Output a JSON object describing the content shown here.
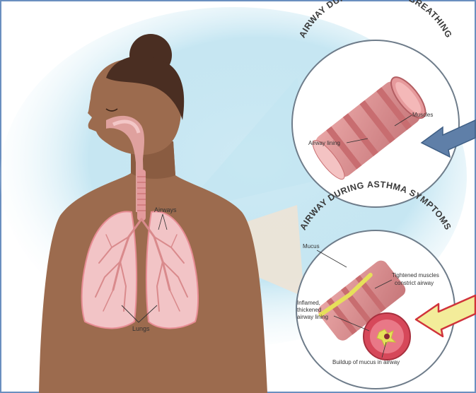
{
  "panels": {
    "normal": {
      "title": "AIRWAY DURING NORMAL BREATHING",
      "labels": {
        "muscles": "Muscles",
        "airway_lining": "Airway lining"
      }
    },
    "asthma": {
      "title": "AIRWAY DURING ASTHMA SYMPTOMS",
      "labels": {
        "mucus": "Mucus",
        "tightened_line1": "Tightened muscles",
        "tightened_line2": "constrict airway",
        "inflamed_line1": "Inflamed,",
        "inflamed_line2": "thickened",
        "inflamed_line3": "airway lining",
        "buildup": "Buildup of mucus in airway"
      }
    }
  },
  "body": {
    "airways_label": "Airways",
    "lungs_label": "Lungs"
  },
  "colors": {
    "border": "#6a8fbf",
    "skin": "#9c6b4e",
    "skin_shadow": "#8a5c41",
    "hair": "#4a2e22",
    "lung": "#f2c4c6",
    "lung_edge": "#e88c94",
    "airway": "#d98a8c",
    "airway_dark": "#c86d70",
    "mucus": "#e6e05a",
    "glow": "#aedced",
    "arrow_blue": "#5f7fa8",
    "arrow_yellow_fill": "#f3ec9a",
    "arrow_red_edge": "#d0323a"
  }
}
